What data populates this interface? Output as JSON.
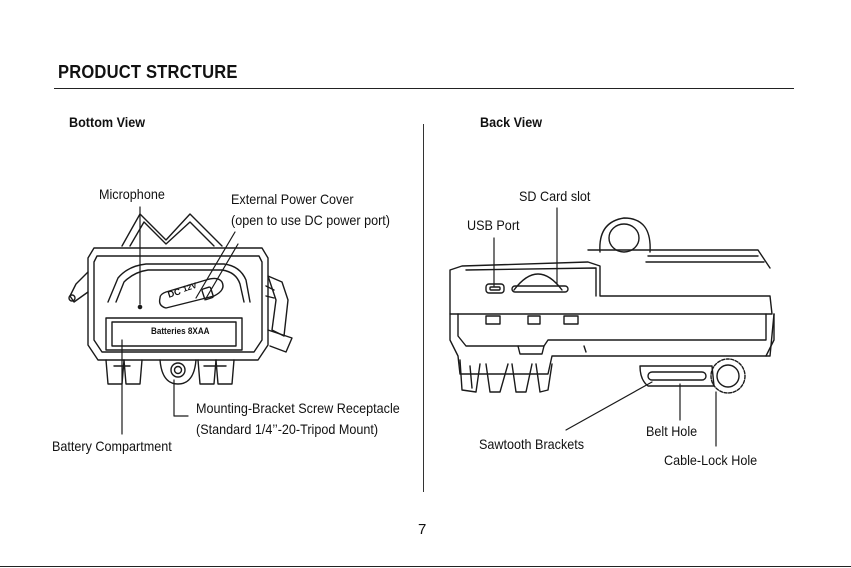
{
  "page": {
    "title": "PRODUCT STRCTURE",
    "page_number": "7"
  },
  "bottom_view": {
    "heading": "Bottom View",
    "labels": {
      "microphone": "Microphone",
      "external_power_cover_1": "External Power Cover",
      "external_power_cover_2": "(open to use DC power port)",
      "mounting_bracket_1": "Mounting-Bracket Screw Receptacle",
      "mounting_bracket_2": "(Standard 1/4’’-20-Tripod Mount)",
      "battery_compartment": "Battery Compartment"
    },
    "device_text": {
      "batteries": "Batteries  8XAA",
      "dc": "DC",
      "voltage": "12V"
    }
  },
  "back_view": {
    "heading": "Back View",
    "labels": {
      "sd_card_slot": "SD Card slot",
      "usb_port": "USB Port",
      "sawtooth_brackets": "Sawtooth Brackets",
      "belt_hole": "Belt Hole",
      "cable_lock_hole": "Cable-Lock Hole"
    }
  }
}
